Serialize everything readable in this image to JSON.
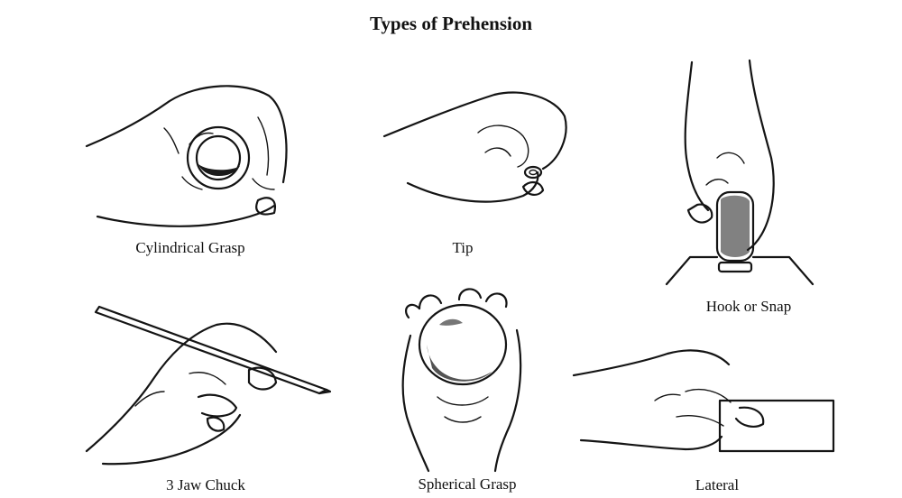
{
  "title": "Types of Prehension",
  "grasps": {
    "cylindrical": "Cylindrical Grasp",
    "tip": "Tip",
    "hook": "Hook or Snap",
    "jaw_chuck": "3 Jaw Chuck",
    "spherical": "Spherical Grasp",
    "lateral": "Lateral"
  }
}
